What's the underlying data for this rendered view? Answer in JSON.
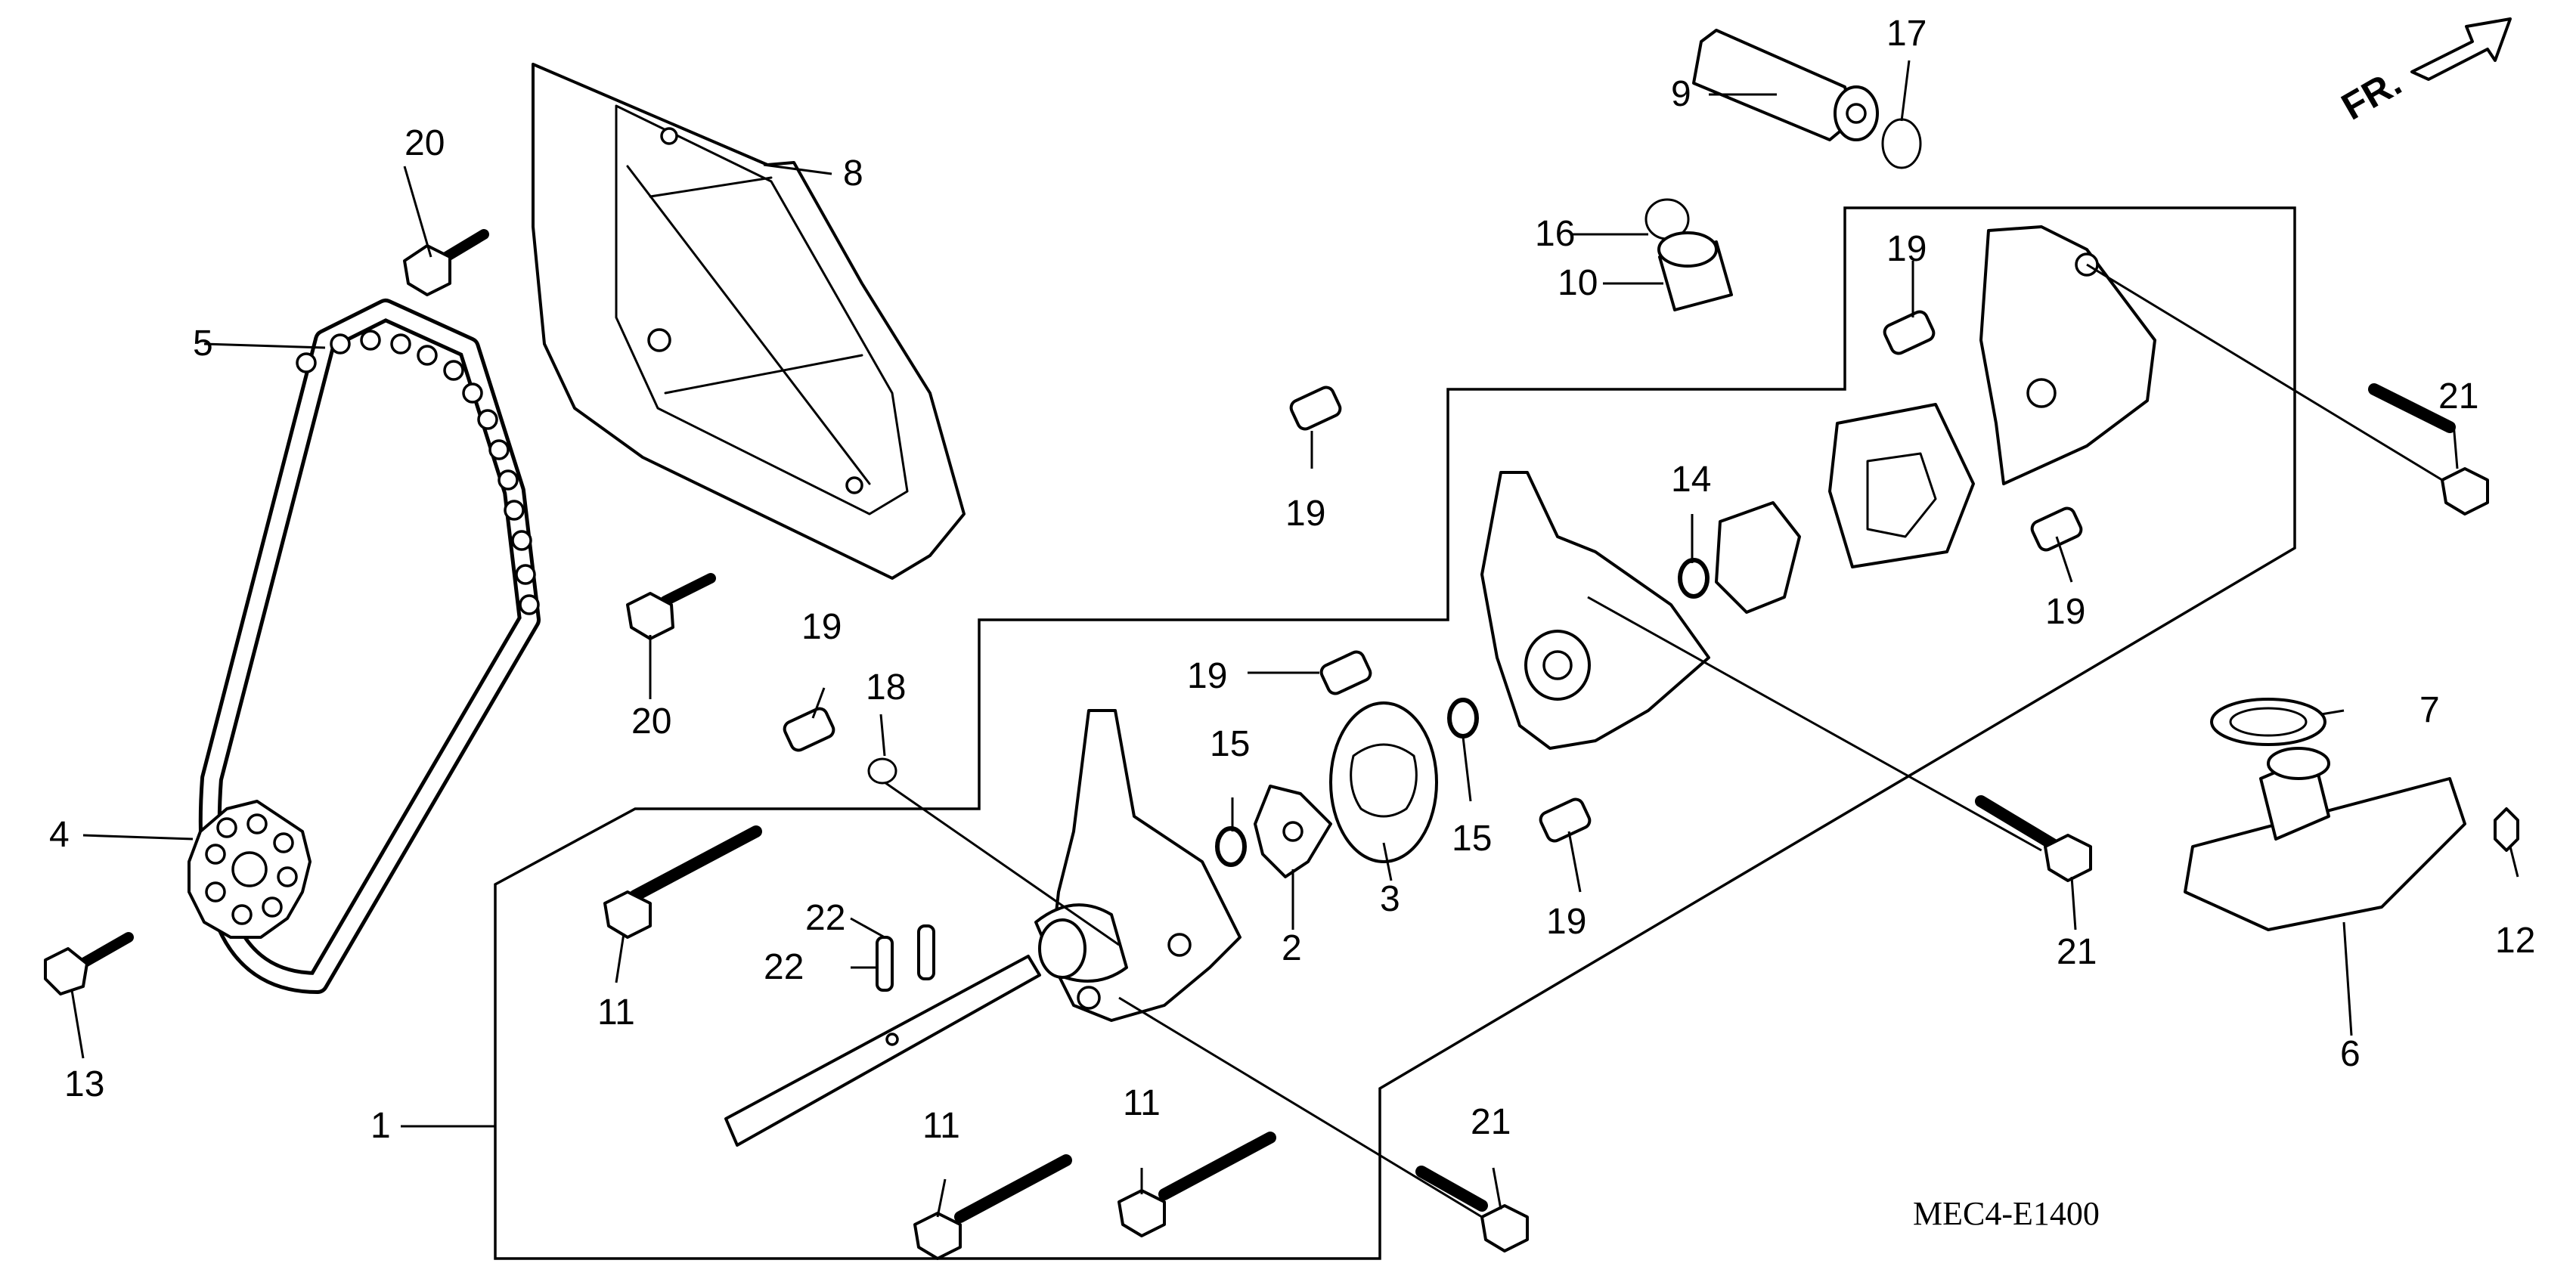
{
  "diagram_code": "MEC4-E1400",
  "direction_label": "FR.",
  "callouts": {
    "c1": "1",
    "c2": "2",
    "c3": "3",
    "c4": "4",
    "c5": "5",
    "c6": "6",
    "c7": "7",
    "c8": "8",
    "c9": "9",
    "c10": "10",
    "c11a": "11",
    "c11b": "11",
    "c11c": "11",
    "c12": "12",
    "c13": "13",
    "c14": "14",
    "c15a": "15",
    "c15b": "15",
    "c16": "16",
    "c17": "17",
    "c18": "18",
    "c19a": "19",
    "c19b": "19",
    "c19c": "19",
    "c19d": "19",
    "c19e": "19",
    "c19f": "19",
    "c20a": "20",
    "c20b": "20",
    "c21a": "21",
    "c21b": "21",
    "c21c": "21",
    "c22a": "22",
    "c22b": "22"
  }
}
